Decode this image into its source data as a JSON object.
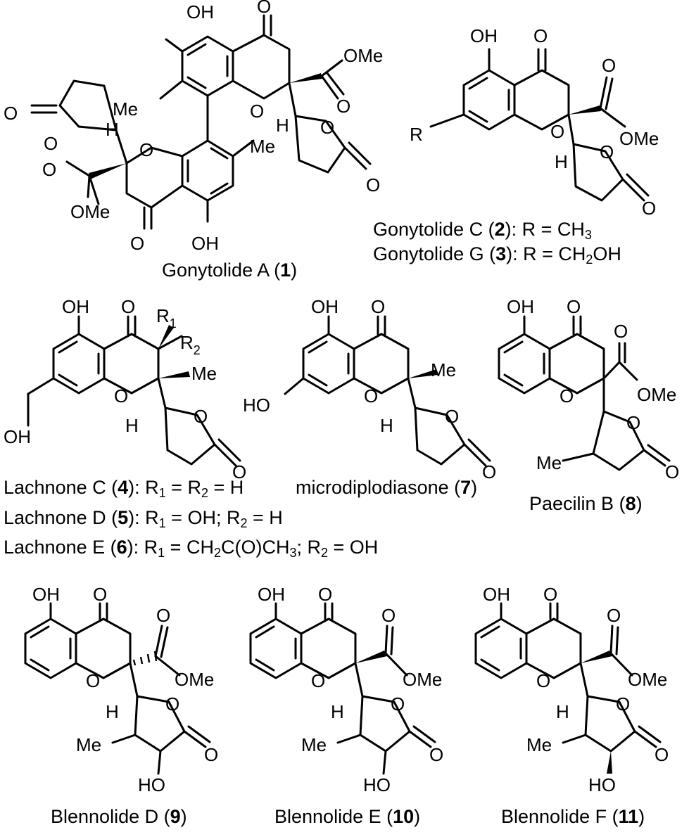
{
  "compounds": [
    {
      "name": "Gonytolide A",
      "number": "1"
    },
    {
      "name": "Gonytolide C",
      "number": "2",
      "r_label": "R",
      "r_value": "CH",
      "r_sub": "3"
    },
    {
      "name": "Gonytolide G",
      "number": "3",
      "r_label": "R",
      "r_value": "CH",
      "r_sub": "2",
      "r_tail": "OH"
    },
    {
      "name": "Lachnone C",
      "number": "4",
      "r_text": "R",
      "r1": "1",
      "eq": " = R",
      "r2": "2",
      "tail": " = H"
    },
    {
      "name": "Lachnone D",
      "number": "5",
      "r_text": "R",
      "r1": "1",
      "eq": " = OH; R",
      "r2": "2",
      "tail": " = H"
    },
    {
      "name": "Lachnone E",
      "number": "6",
      "r_text": "R",
      "r1": "1",
      "eq_a": " = CH",
      "s_a": "2",
      "eq_b": "C(O)CH",
      "s_b": "3",
      "eq_c": "; R",
      "r2": "2",
      "tail": " = OH"
    },
    {
      "name": "microdiplodiasone",
      "number": "7"
    },
    {
      "name": "Paecilin B",
      "number": "8"
    },
    {
      "name": "Blennolide D",
      "number": "9"
    },
    {
      "name": "Blennolide E",
      "number": "10"
    },
    {
      "name": "Blennolide F",
      "number": "11"
    }
  ],
  "atoms": {
    "OH": "OH",
    "HO": "HO",
    "O": "O",
    "OMe": "OMe",
    "Me": "Me",
    "H": "H",
    "R": "R"
  }
}
